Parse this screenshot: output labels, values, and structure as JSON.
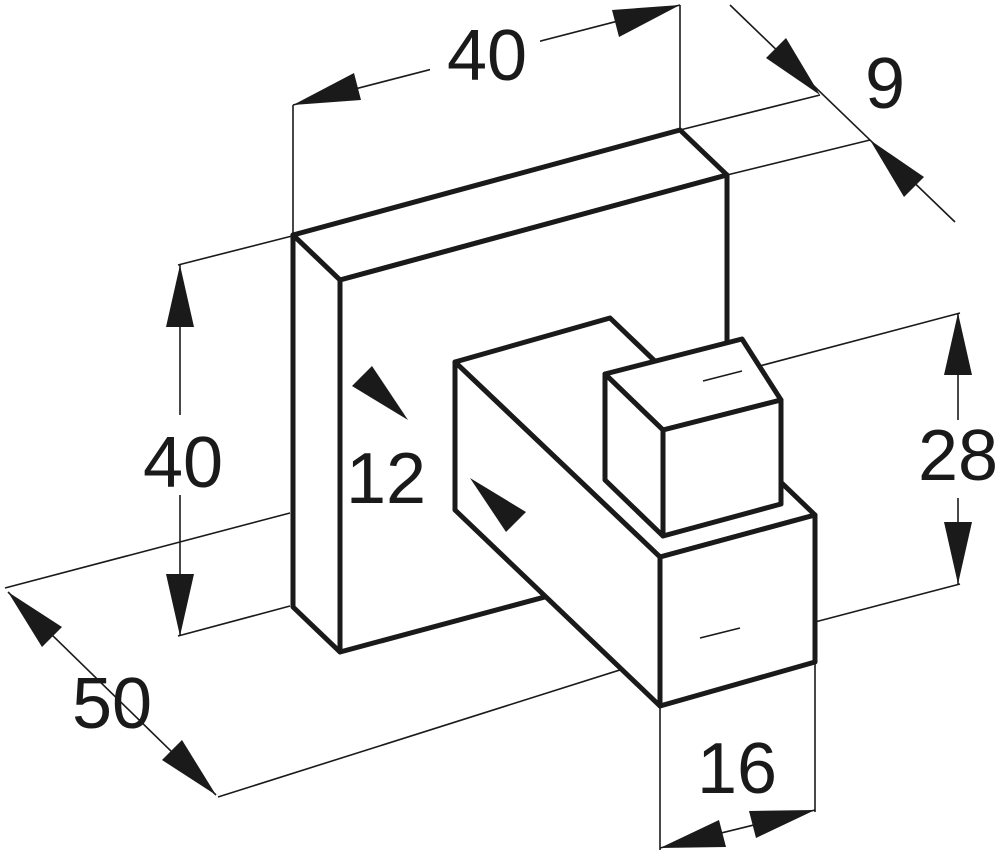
{
  "drawing": {
    "subject": "wall hook dimensional drawing",
    "colors": {
      "line": "#1a1a1a",
      "background": "#ffffff"
    },
    "dimensions": {
      "base_width": "40",
      "base_depth": "9",
      "base_height": "40",
      "hook_height": "28",
      "arm_offset": "12",
      "projection": "50",
      "arm_width": "16"
    }
  }
}
